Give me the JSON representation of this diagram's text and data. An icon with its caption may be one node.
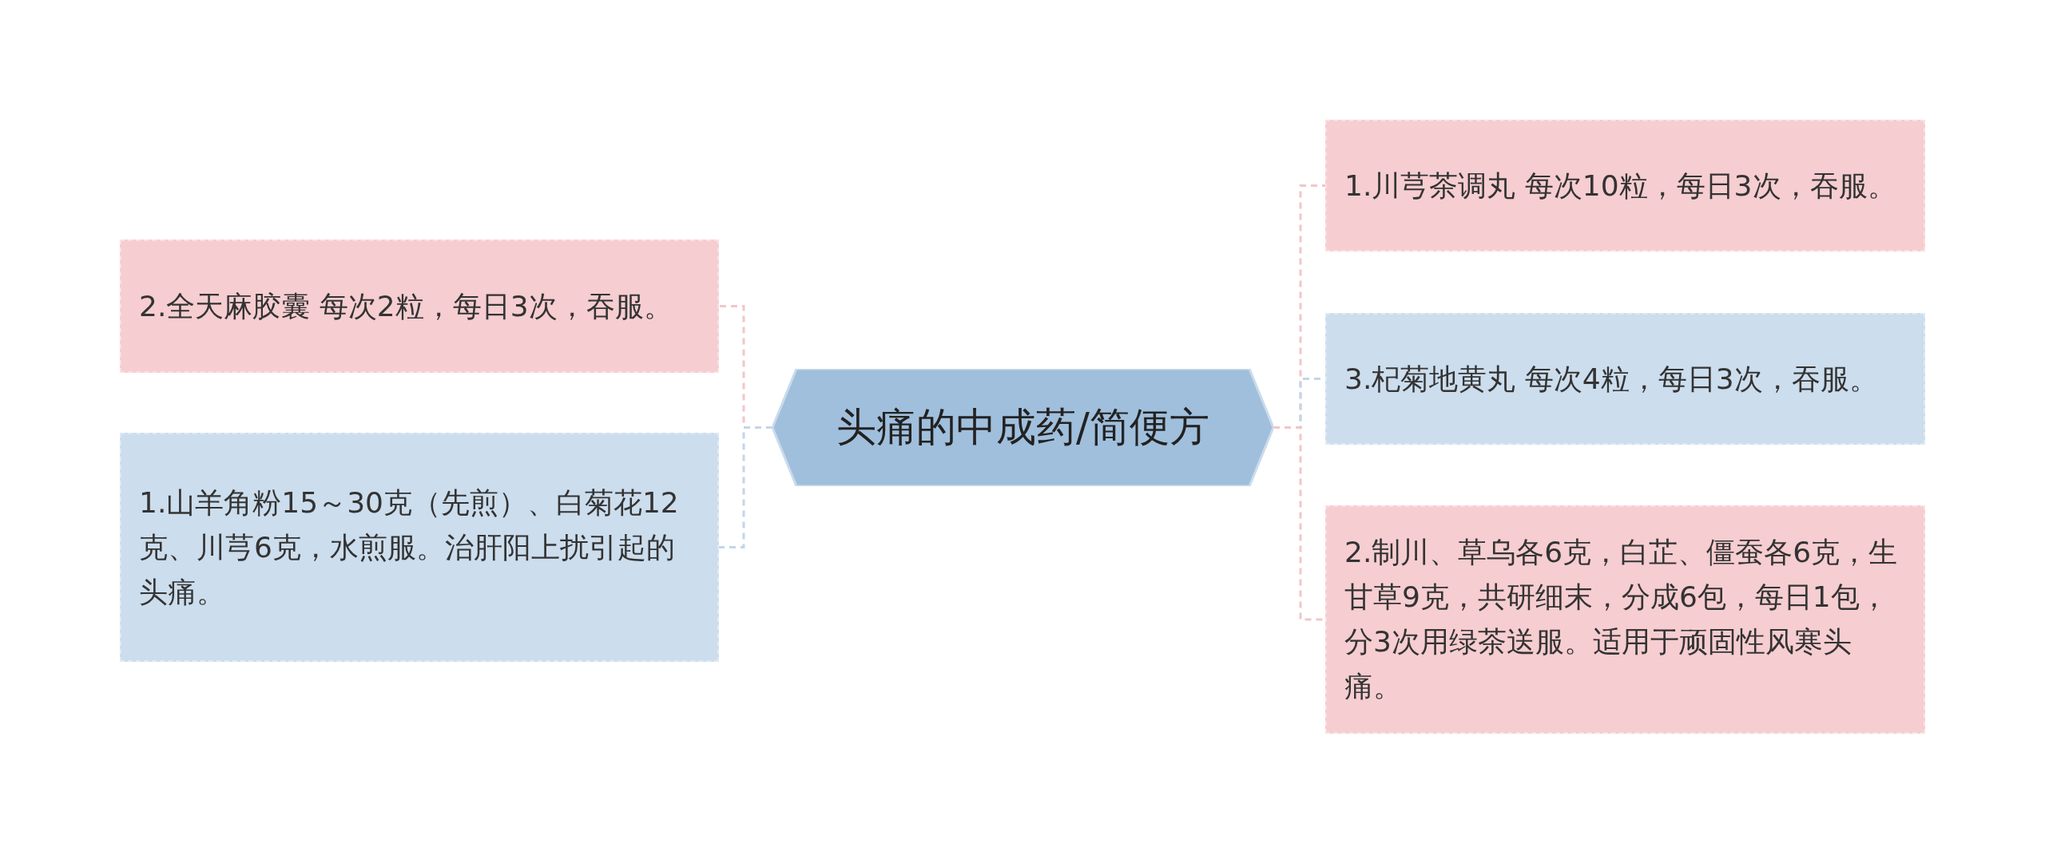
{
  "diagram": {
    "nodes": [
      {
        "text": [
          "头痛的中成药/简便方"
        ]
      },
      {
        "text": [
          "2.全天麻胶囊 每次2粒，每日3次，吞服。"
        ]
      },
      {
        "text": [
          "1.山羊角粉15～30克（先煎）、白菊花12克、川芎6克，水煎服。治肝阳上扰引起的头痛。"
        ]
      },
      {
        "text": [
          "1.川芎茶调丸 每次10粒，每日3次，吞服。"
        ]
      },
      {
        "text": [
          "3.杞菊地黄丸 每次4粒，每日3次，吞服。"
        ]
      },
      {
        "text": [
          "2.制川、草乌各6克，白芷、僵蚕各6克，生甘草9克，共研细末，分成6包，每日1包，分3次用绿茶送服。适用于顽固性风寒头痛。"
        ]
      }
    ],
    "edges": [
      {
        "from": 0,
        "to": 1,
        "arrow": "none",
        "style": "dashed",
        "color": "#f2c6c9"
      },
      {
        "from": 0,
        "to": 2,
        "arrow": "none",
        "style": "dashed",
        "color": "#c3d6ea"
      },
      {
        "from": 0,
        "to": 3,
        "arrow": "none",
        "style": "dashed",
        "color": "#f2c6c9"
      },
      {
        "from": 0,
        "to": 4,
        "arrow": "none",
        "style": "dashed",
        "color": "#c3d6ea"
      },
      {
        "from": 0,
        "to": 5,
        "arrow": "none",
        "style": "dashed",
        "color": "#f2c6c9"
      }
    ]
  }
}
